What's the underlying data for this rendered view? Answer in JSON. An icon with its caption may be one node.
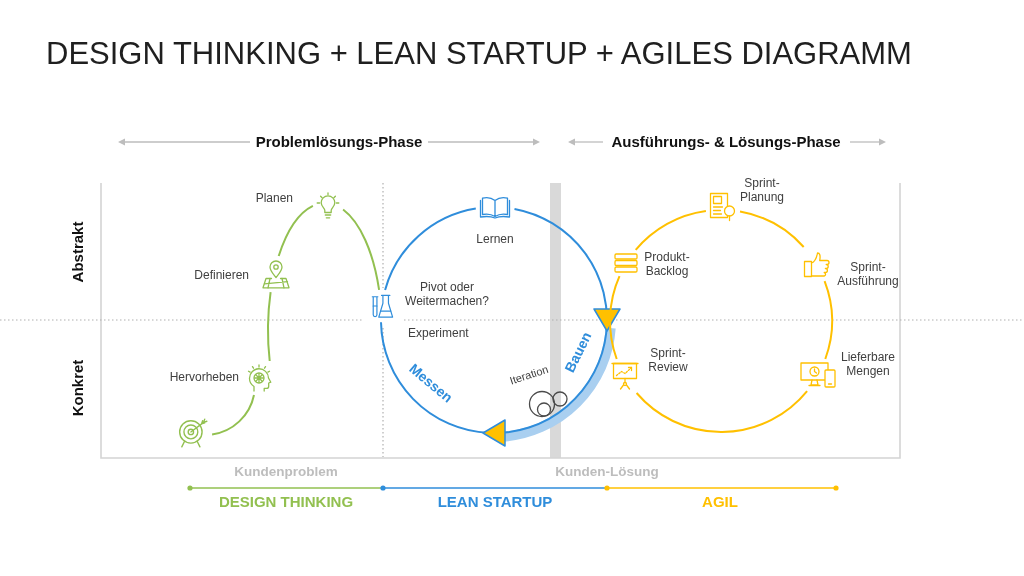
{
  "diagram": {
    "title": "DESIGN THINKING + LEAN STARTUP + AGILES DIAGRAMM",
    "nodes": [
      {
        "text": [],
        "shape": "picture",
        "beside": [
          "Planen"
        ]
      },
      {
        "text": [],
        "shape": "picture",
        "beside": [
          "Definieren"
        ]
      },
      {
        "text": [],
        "shape": "picture",
        "beside": [
          "Hervorheben"
        ]
      },
      {
        "text": [],
        "shape": "picture"
      },
      {
        "text": [],
        "shape": "picture",
        "beside": [
          "Pivot oder Weitermachen?",
          "Experiment"
        ]
      },
      {
        "text": [],
        "shape": "picture",
        "beside": [
          "Lernen"
        ]
      },
      {
        "text": [],
        "shape": "picture",
        "beside": [
          "Sprint- Planung"
        ]
      },
      {
        "text": [],
        "shape": "picture",
        "beside": [
          "Sprint- Ausführung"
        ]
      },
      {
        "text": [],
        "shape": "picture",
        "beside": [
          "Lieferbare Mengen"
        ]
      },
      {
        "text": [],
        "shape": "picture",
        "beside": [
          "Sprint- Review"
        ]
      },
      {
        "text": [],
        "shape": "picture",
        "beside": [
          "Produkt- Backlog"
        ]
      }
    ],
    "edges": [
      {
        "from": 3,
        "to": 2,
        "arrow": "none",
        "color": "#92c050"
      },
      {
        "from": 2,
        "to": 1,
        "arrow": "none",
        "color": "#92c050"
      },
      {
        "from": 1,
        "to": 0,
        "arrow": "none",
        "color": "#92c050"
      },
      {
        "from": 0,
        "to": 4,
        "arrow": "none",
        "color": "#92c050"
      },
      {
        "from": 4,
        "to": 5,
        "arrow": "none",
        "color": "#2f8ddb"
      },
      {
        "from": 5,
        "to": 4,
        "arrow": "to",
        "label": "Bauen",
        "color": "#2f8ddb"
      },
      {
        "from": 6,
        "to": 7,
        "arrow": "none"
      },
      {
        "from": 7,
        "to": 8,
        "arrow": "none"
      },
      {
        "from": 8,
        "to": 9,
        "arrow": "none"
      },
      {
        "from": 9,
        "to": 10,
        "arrow": "none"
      },
      {
        "from": 10,
        "to": 6,
        "arrow": "none"
      }
    ],
    "labels": [
      "Problemlösungs-Phase",
      "Ausführungs- & Lösungs-Phase",
      "Abstrakt",
      "Konkret",
      "Messen",
      "Iteration",
      "Kundenproblem",
      "Kunden-Lösung",
      "DESIGN THINKING",
      "LEAN STARTUP",
      "AGIL"
    ]
  }
}
